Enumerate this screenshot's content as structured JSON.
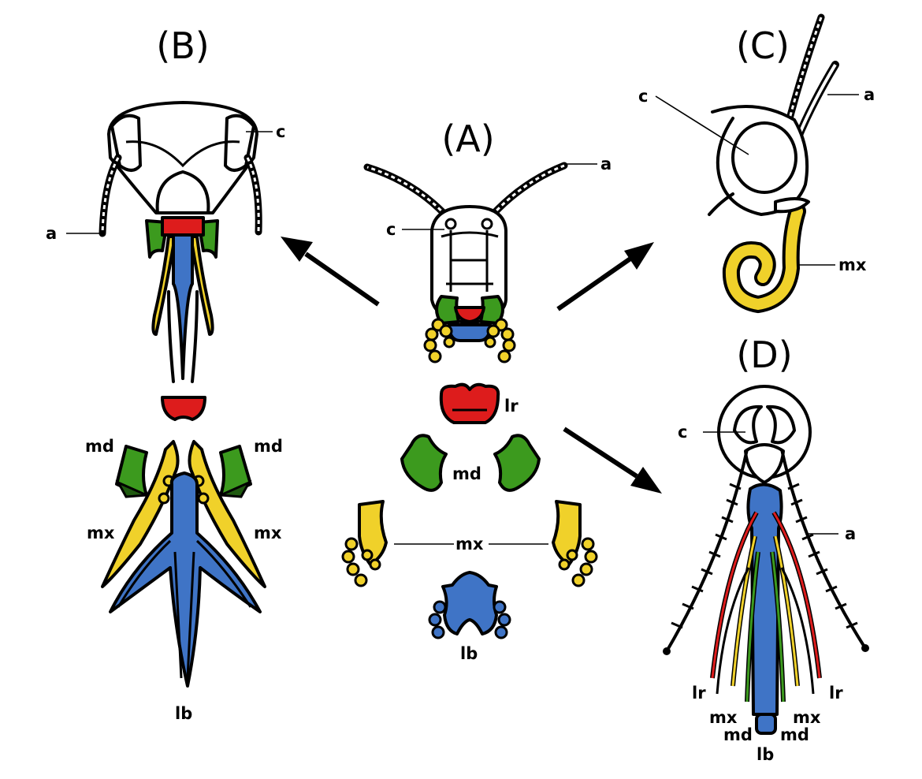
{
  "panels": {
    "a": "(A)",
    "b": "(B)",
    "c": "(C)",
    "d": "(D)"
  },
  "labels": {
    "antenna": "a",
    "clypeus": "c",
    "labrum": "lr",
    "mandible": "md",
    "maxilla": "mx",
    "labium": "lb"
  },
  "colors": {
    "labrum": "#dd1c1c",
    "mandible": "#3c9a1e",
    "mandible_dark": "#1f5a10",
    "maxilla": "#f0d12a",
    "labium": "#3f74c6",
    "outline": "#000000",
    "background": "#ffffff"
  }
}
